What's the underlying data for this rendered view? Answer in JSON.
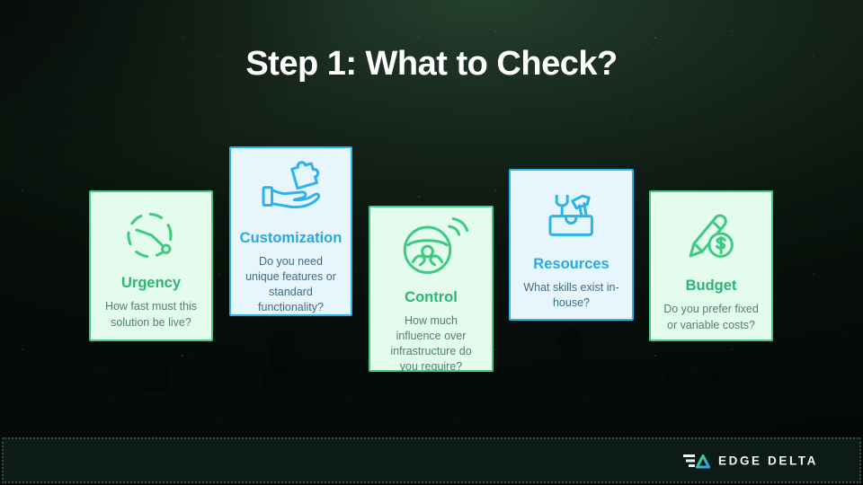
{
  "slide": {
    "title": "Step 1: What to Check?"
  },
  "cards": [
    {
      "id": "urgency",
      "title": "Urgency",
      "description": "How fast must this solution be live?",
      "theme": "green",
      "icon": "stopwatch-icon"
    },
    {
      "id": "customization",
      "title": "Customization",
      "description": "Do you need unique features or standard functionality?",
      "theme": "blue",
      "icon": "hand-puzzle-icon"
    },
    {
      "id": "control",
      "title": "Control",
      "description": "How much influence over infrastructure do you require?",
      "theme": "green",
      "icon": "steering-wheel-icon"
    },
    {
      "id": "resources",
      "title": "Resources",
      "description": "What skills exist in-house?",
      "theme": "blue",
      "icon": "toolbox-icon"
    },
    {
      "id": "budget",
      "title": "Budget",
      "description": "Do you prefer fixed or variable costs?",
      "theme": "green",
      "icon": "pencil-dollar-icon"
    }
  ],
  "footer": {
    "brand": "EDGE DELTA"
  },
  "colors": {
    "green_accent": "#3ecb81",
    "green_title": "#2bb673",
    "green_card_bg": "#e3fcee",
    "green_body": "#53806d",
    "blue_accent": "#2cb3e8",
    "blue_title": "#2aa9e0",
    "blue_card_bg": "#e7f6fd",
    "blue_body": "#3f6d86",
    "background": "#0c1710",
    "title_text": "#ffffff"
  }
}
